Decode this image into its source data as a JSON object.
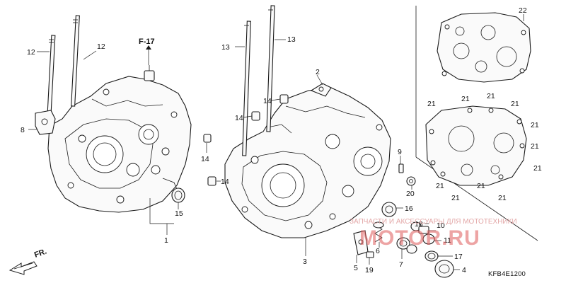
{
  "callouts": {
    "c12_left": "12",
    "c12_top": "12",
    "c8": "8",
    "c14_left": "14",
    "c15": "15",
    "c1": "1",
    "c13_left": "13",
    "c13_right": "13",
    "c2": "2",
    "c14_a": "14",
    "c14_b": "14",
    "c14_c": "14",
    "c9": "9",
    "c20": "20",
    "c16": "16",
    "c18": "18",
    "c10": "10",
    "c11": "11",
    "c6": "6",
    "c7": "7",
    "c17": "17",
    "c4": "4",
    "c5": "5",
    "c19": "19",
    "c3": "3",
    "c22": "22",
    "c21_a": "21",
    "c21_b": "21",
    "c21_c": "21",
    "c21_d": "21",
    "c21_e": "21",
    "c21_f": "21",
    "c21_g": "21",
    "c21_h": "21",
    "c21_i": "21",
    "c21_j": "21",
    "c21_k": "21"
  },
  "reference": "F-17",
  "front_marker": "FR.",
  "diagram_code": "KFB4E1200",
  "watermark": {
    "text": "ЗАПЧАСТИ И АКСЕССУАРЫ ДЛЯ МОТОТЕХНИКИ",
    "logo": "MOTOR.RU"
  },
  "colors": {
    "line": "#1a1a1a",
    "background": "#ffffff",
    "watermark": "#e05a5a"
  }
}
